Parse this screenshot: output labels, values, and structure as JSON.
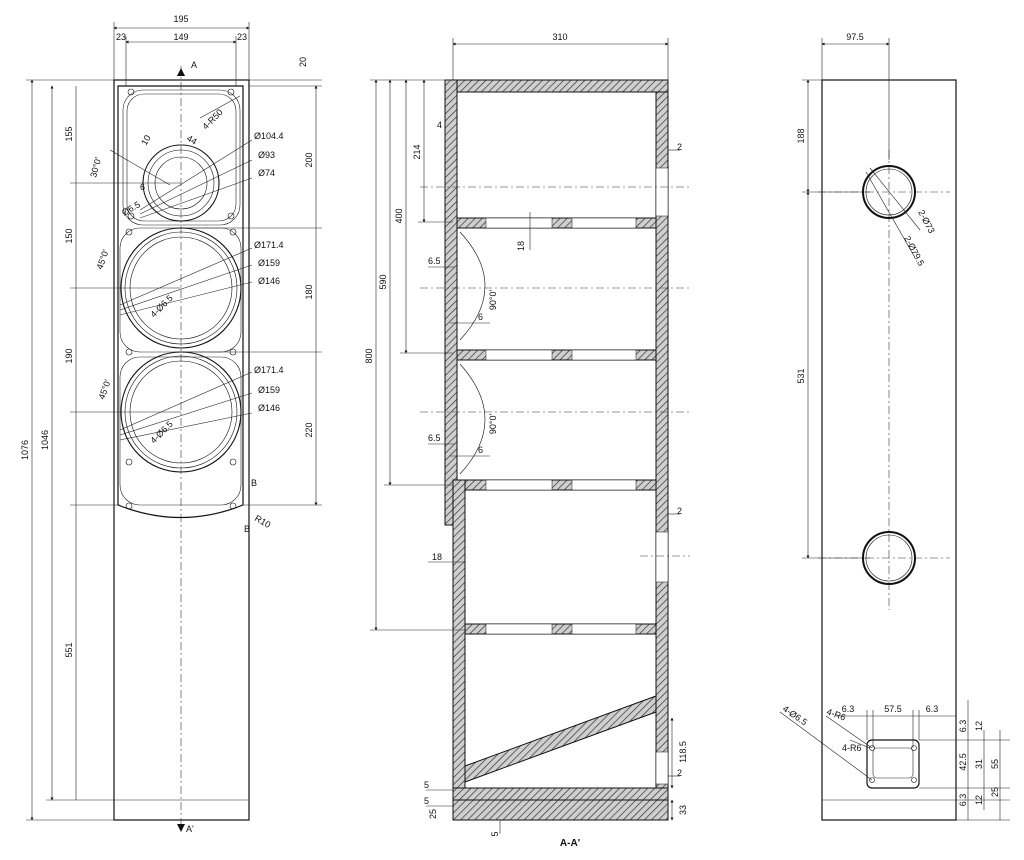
{
  "drawing": {
    "section_label": "A-A'",
    "front_view": {
      "top_width": "195",
      "side_inset_left": "23",
      "inner_width": "149",
      "side_inset_right": "23",
      "top_margin": "20",
      "marker_a_top": "A",
      "marker_a_bottom": "A'",
      "marker_b": "B",
      "marker_b_bottom": "B",
      "corner_radius": "4-R50",
      "tweeter_diameters": [
        "Ø104.4",
        "Ø93",
        "Ø74"
      ],
      "tweeter_angle": "30°0'",
      "tweeter_small_dims": [
        "10",
        "44",
        "6",
        "Ø6.5"
      ],
      "woofer1_diameters": [
        "Ø171.4",
        "Ø159",
        "Ø146"
      ],
      "woofer1_angle": "45°0'",
      "woofer1_holes": "4-Ø6.5",
      "woofer2_diameters": [
        "Ø171.4",
        "Ø159",
        "Ø146"
      ],
      "woofer2_angle": "45°0'",
      "woofer2_holes": "4-Ø6.5",
      "bottom_radius": "R10",
      "total_height": "1076",
      "body_height": "1046",
      "base_height": "551",
      "left_spacings": [
        "155",
        "150",
        "190"
      ],
      "right_spacings": [
        "200",
        "180",
        "220"
      ]
    },
    "section_view": {
      "width": "310",
      "wall_4": "4",
      "wall_2_top": "2",
      "wall_2_mid": "2",
      "wall_2_bottom": "2",
      "height_214": "214",
      "height_400": "400",
      "height_590": "590",
      "height_800": "800",
      "panel_18_top": "18",
      "panel_18_side": "18",
      "groove_65_a": "6.5",
      "groove_65_b": "6.5",
      "groove_6_a": "6",
      "groove_6_b": "6",
      "arc_angle_a": "90°0'",
      "arc_angle_b": "90°0'",
      "bottom_5_a": "5",
      "bottom_5_b": "5",
      "bottom_5_c": "5",
      "bottom_25": "25",
      "height_1185": "118.5",
      "bottom_33": "33"
    },
    "rear_view": {
      "offset": "97.5",
      "top_offset": "188",
      "port_spacing": "531",
      "port_diam_outer": "2-Ø79.5",
      "port_diam_inner": "2-Ø73",
      "terminal_holes": "4-Ø6.5",
      "terminal_radius_a": "4-R6",
      "terminal_radius_b": "4-R6",
      "terminal_dims_h": [
        "6.3",
        "57.5",
        "6.3"
      ],
      "terminal_dims_v": [
        "6.3",
        "12",
        "42.5",
        "31",
        "55",
        "12",
        "6.3",
        "25"
      ]
    }
  }
}
